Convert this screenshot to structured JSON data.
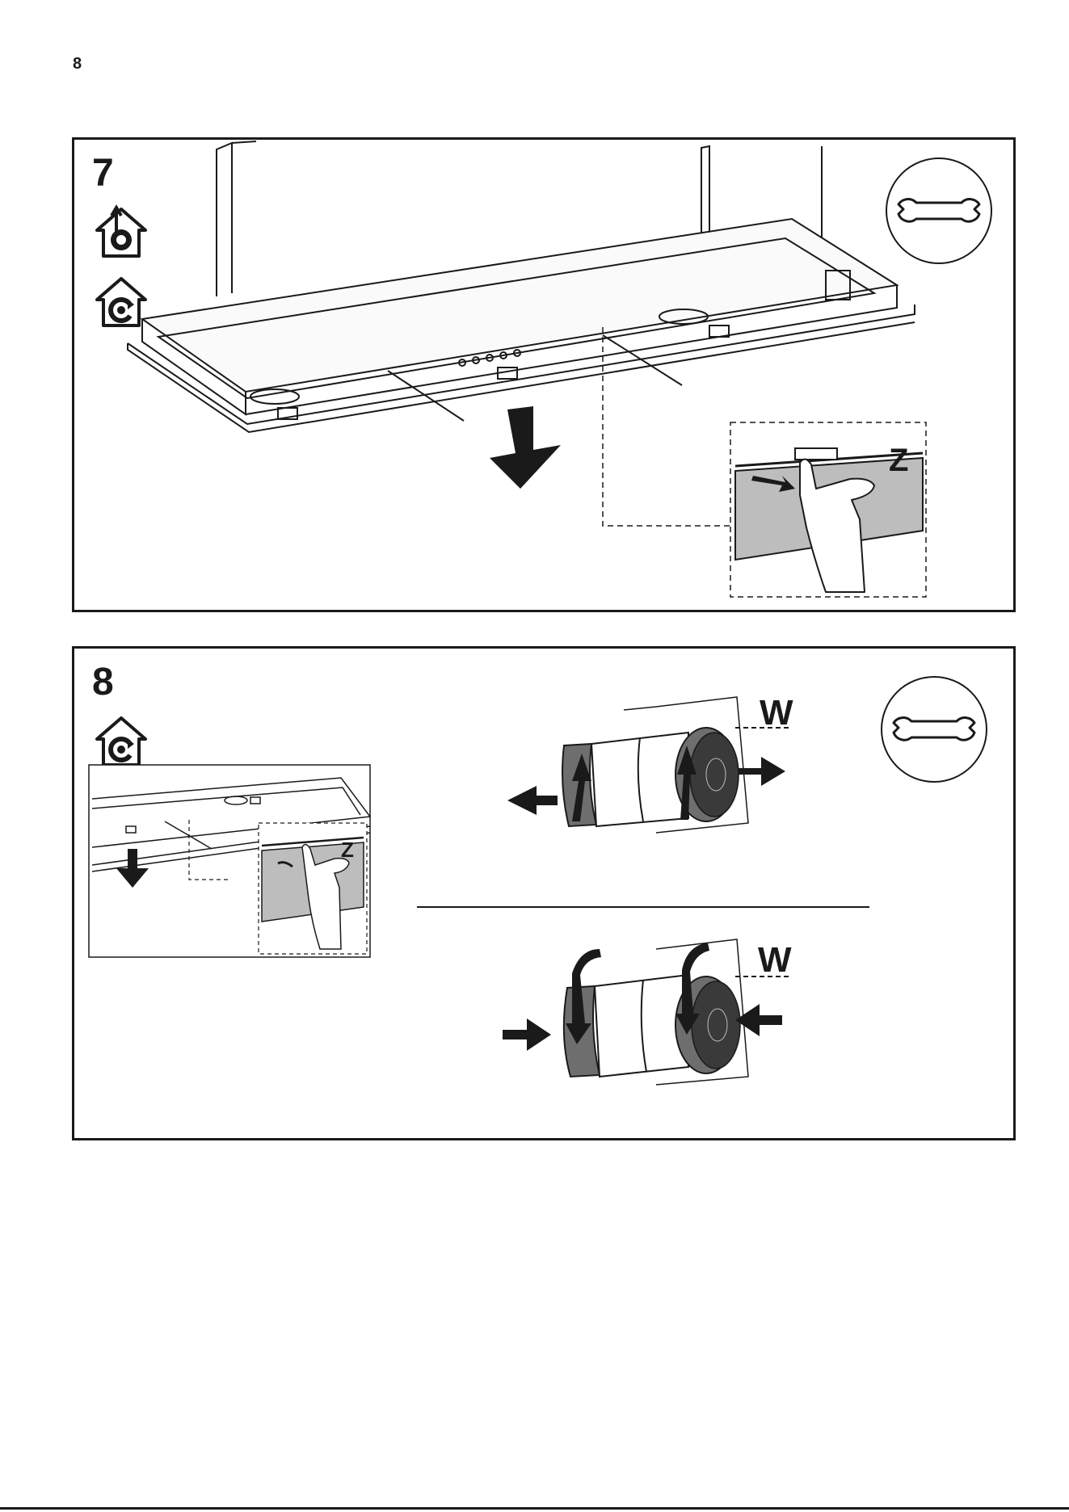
{
  "page": {
    "number": "8"
  },
  "steps": [
    {
      "number": "7",
      "modes": [
        "ducted-mode-icon",
        "recirculation-mode-icon"
      ],
      "tool": "wrench-icon",
      "detail_label": "Z"
    },
    {
      "number": "8",
      "modes": [
        "recirculation-mode-icon"
      ],
      "tool": "wrench-icon",
      "detail_label": "Z",
      "filter_label_top": "W",
      "filter_label_bottom": "W"
    }
  ],
  "colors": {
    "ink": "#1a1a1a",
    "shade": "#bdbdbd",
    "filter": "#6e6e6e",
    "paper": "#ffffff"
  }
}
